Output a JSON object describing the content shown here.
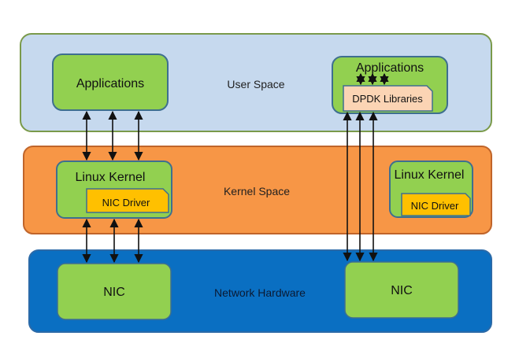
{
  "layers": {
    "user_space": "User Space",
    "kernel_space": "Kernel Space",
    "network_hardware": "Network Hardware"
  },
  "left_stack": {
    "applications": "Applications",
    "linux_kernel": "Linux Kernel",
    "nic_driver": "NIC Driver",
    "nic": "NIC"
  },
  "right_stack": {
    "applications": "Applications",
    "dpdk_libraries": "DPDK Libraries",
    "linux_kernel": "Linux Kernel",
    "nic_driver": "NIC Driver",
    "nic": "NIC"
  },
  "colors": {
    "user_space_fill": "#c6d9ee",
    "user_space_border": "#7a9a4a",
    "kernel_space_fill": "#f79646",
    "kernel_space_border": "#c0652a",
    "hardware_fill": "#0a6fc2",
    "hardware_border": "#2b6aa8",
    "component_fill": "#92d050",
    "component_border": "#3e6f8f",
    "driver_fill": "#ffc000",
    "dpdk_fill": "#fbd4b4"
  }
}
